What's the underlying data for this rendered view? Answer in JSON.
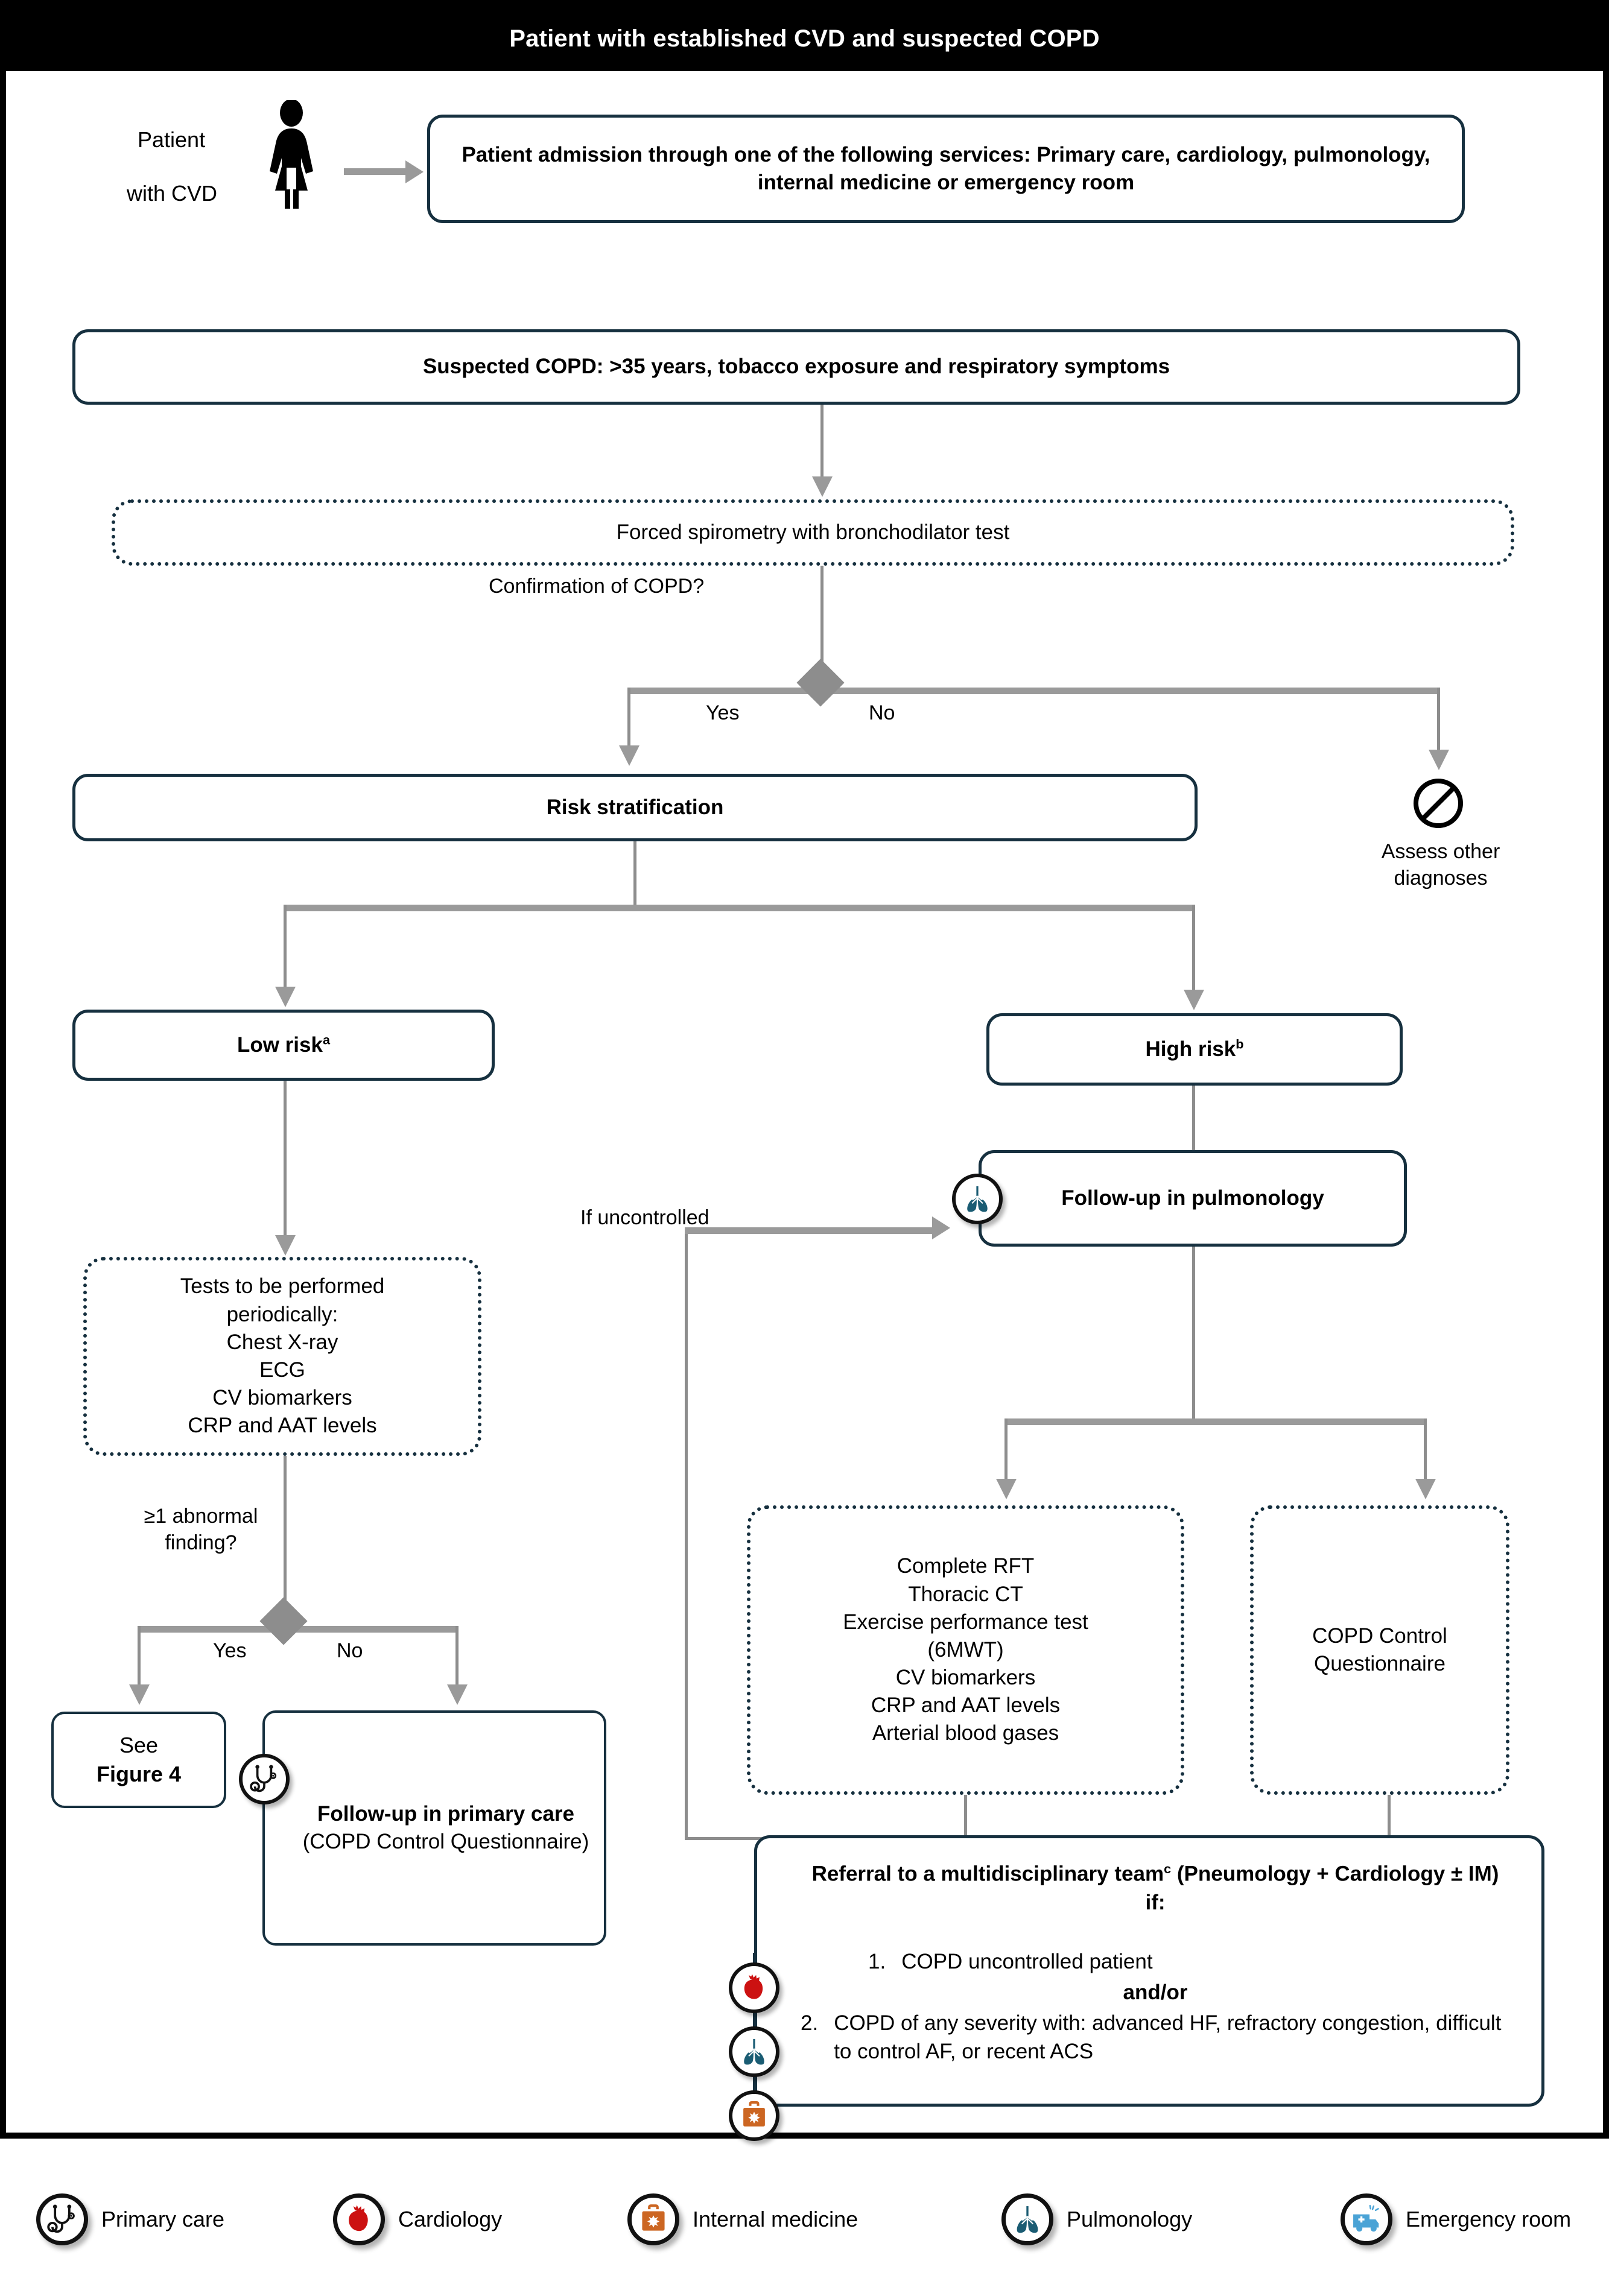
{
  "header": {
    "title": "Patient with established CVD and suspected COPD"
  },
  "colors": {
    "node_border": "#16303f",
    "connector": "#8d8d8d",
    "frame": "#000000",
    "cardiology_red": "#cc1111",
    "pulmonology_teal": "#1a5c73",
    "internal_medicine_orange": "#cc6622",
    "emergency_blue": "#4aa3d6"
  },
  "patient": {
    "line1": "Patient",
    "line2": "with CVD"
  },
  "nodes": {
    "admission": "Patient admission through one of the following services: Primary care, cardiology, pulmonology, internal medicine or emergency room",
    "suspected": "Suspected COPD: >35 years, tobacco exposure and respiratory symptoms",
    "spirometry": "Forced spirometry with bronchodilator test",
    "risk_stratification": "Risk stratification",
    "assess_other": "Assess other diagnoses",
    "low_risk": "Low risk",
    "low_risk_sup": "a",
    "high_risk": "High risk",
    "high_risk_sup": "b",
    "followup_pulmonology": "Follow-up in pulmonology",
    "periodic_tests_title": "Tests to be performed",
    "periodic_tests": [
      "periodically:",
      "Chest X-ray",
      "ECG",
      "CV biomarkers",
      "CRP and AAT levels"
    ],
    "see_figure_line1": "See",
    "see_figure_line2": "Figure 4",
    "followup_primary_bold": "Follow-up in primary care",
    "followup_primary_rest": " (COPD Control Questionnaire)",
    "high_risk_tests": [
      "Complete RFT",
      "Thoracic CT",
      "Exercise performance test",
      "(6MWT)",
      "CV biomarkers",
      "CRP and AAT levels",
      "Arterial blood gases"
    ],
    "copd_control_questionnaire": [
      "COPD Control",
      "Questionnaire"
    ],
    "referral_title_a": "Referral to a multidisciplinary team",
    "referral_title_sup": "c",
    "referral_title_b": " (Pneumology + Cardiology ± IM) if:",
    "referral_item_1_num": "1.",
    "referral_item_1": "COPD uncontrolled patient",
    "referral_andor": "and/or",
    "referral_item_2_num": "2.",
    "referral_item_2": "COPD of any severity with: advanced HF, refractory congestion, difficult to control AF, or recent ACS"
  },
  "edge_labels": {
    "confirmation": "Confirmation of COPD?",
    "yes_1": "Yes",
    "no_1": "No",
    "if_uncontrolled": "If uncontrolled",
    "abnormal_line1": "≥1 abnormal",
    "abnormal_line2": "finding?",
    "yes_2": "Yes",
    "no_2": "No"
  },
  "legend": [
    {
      "icon": "stethoscope-icon",
      "label": "Primary care"
    },
    {
      "icon": "heart-icon",
      "label": "Cardiology"
    },
    {
      "icon": "medical-bag-icon",
      "label": "Internal medicine"
    },
    {
      "icon": "lungs-icon",
      "label": "Pulmonology"
    },
    {
      "icon": "ambulance-icon",
      "label": "Emergency room"
    }
  ]
}
